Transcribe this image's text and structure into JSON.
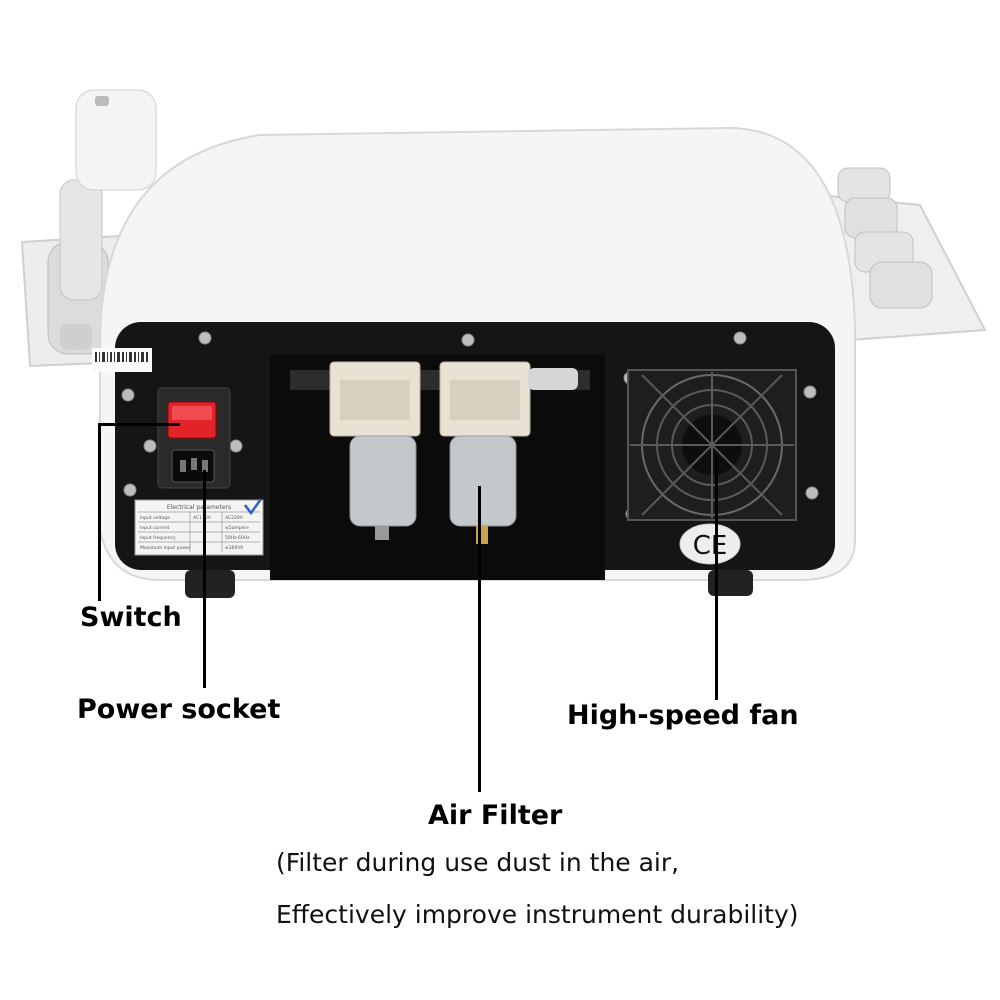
{
  "labels": {
    "switch": "Switch",
    "power_socket": "Power socket",
    "high_speed_fan": "High-speed fan",
    "air_filter": "Air Filter",
    "air_filter_note_line1": "(Filter during use dust in the air,",
    "air_filter_note_line2": "Effectively improve instrument durability)"
  },
  "sticker": {
    "title": "Electrical parameters",
    "rows": [
      [
        "Input voltage",
        "AC110V",
        "AC220V"
      ],
      [
        "Input current",
        "",
        "≤5ampere"
      ],
      [
        "Input frequency",
        "",
        "50Hz-60Hz"
      ],
      [
        "Maximum input power",
        "",
        "≤360VA"
      ]
    ]
  },
  "ce_mark": "CE",
  "colors": {
    "switch_red": "#e0242a",
    "panel_black": "#1a1a1a",
    "housing_white": "#f2f2f2"
  }
}
